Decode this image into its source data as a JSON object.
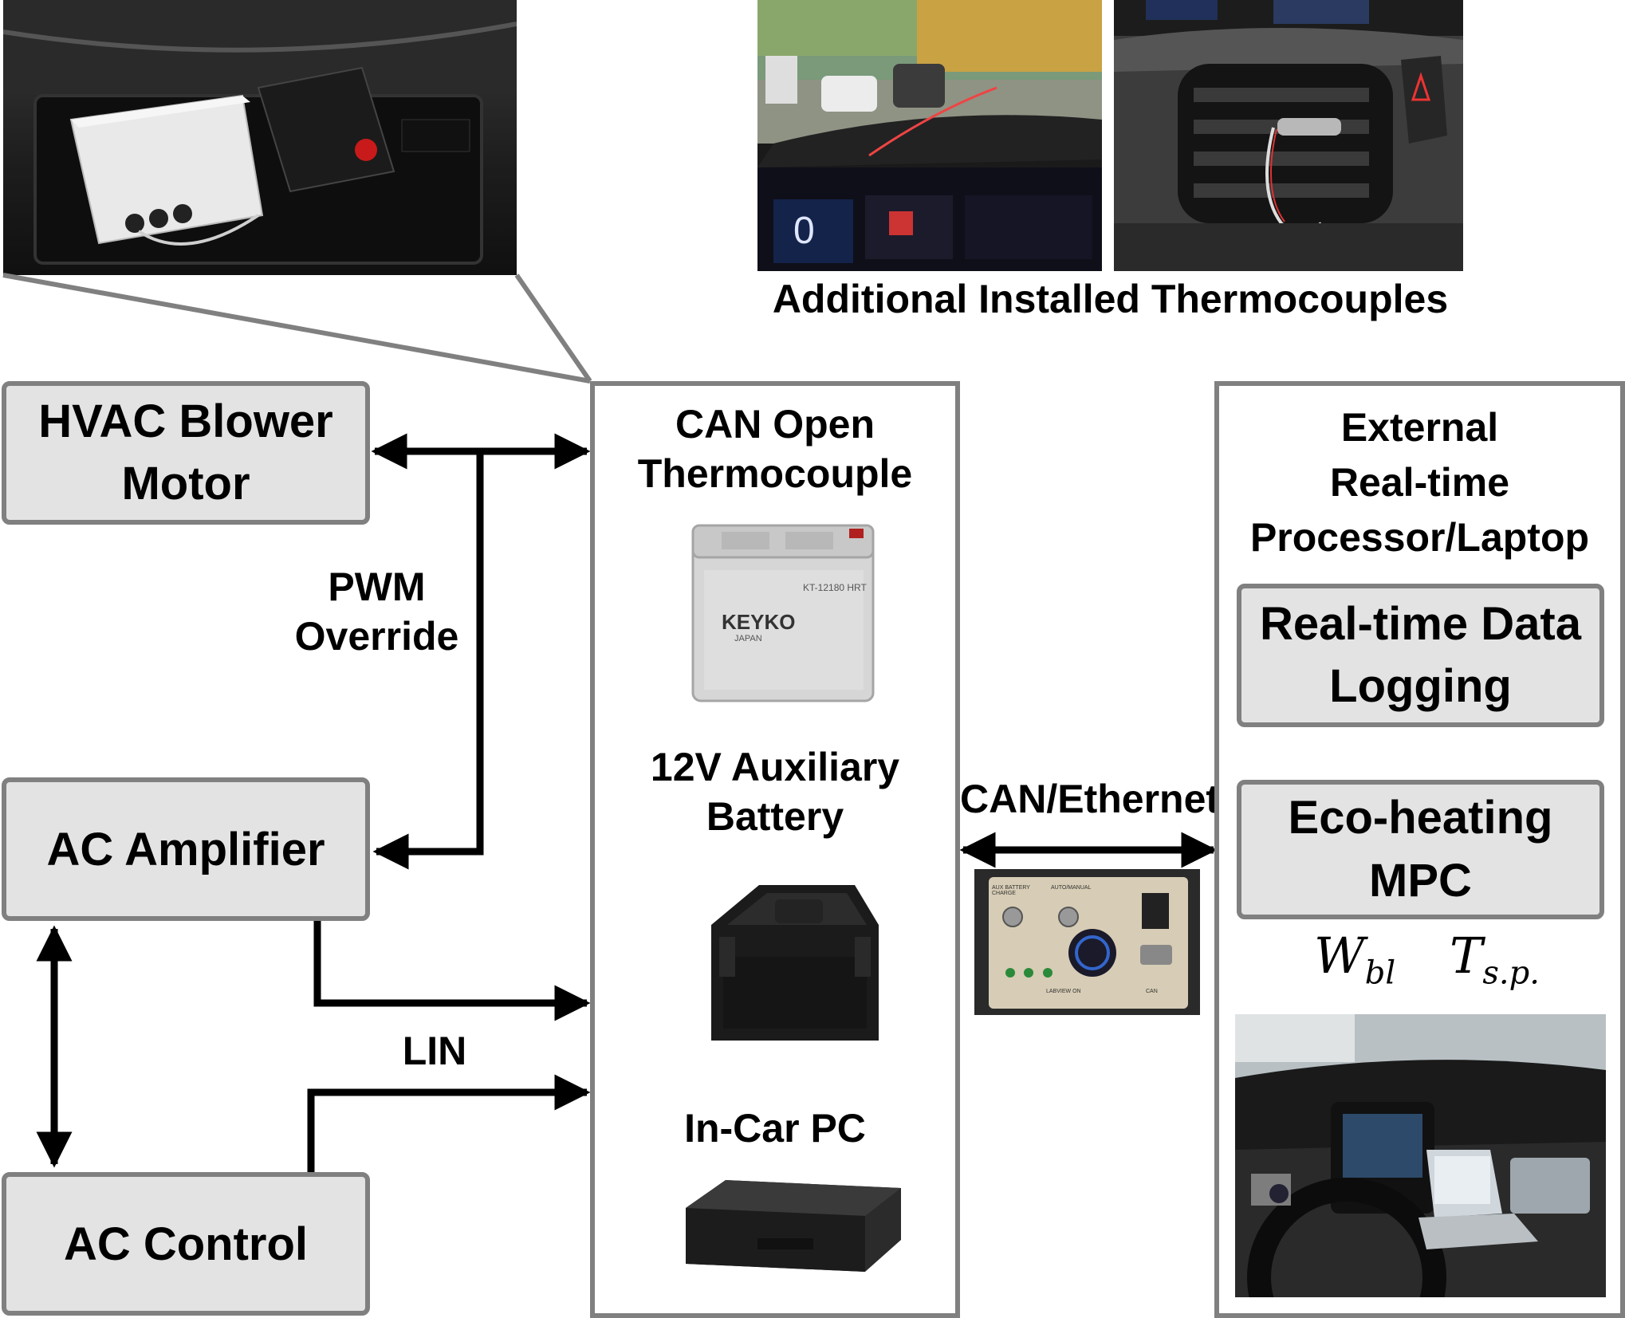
{
  "photos": {
    "thermocouples_caption": "Additional Installed Thermocouples"
  },
  "blocks": {
    "hvac_blower": [
      "HVAC Blower",
      "Motor"
    ],
    "ac_amplifier": "AC Amplifier",
    "ac_control": "AC Control",
    "realtime_logging": [
      "Real-time Data",
      "Logging"
    ],
    "eco_mpc": [
      "Eco-heating",
      "MPC"
    ]
  },
  "links": {
    "pwm": [
      "PWM",
      "Override"
    ],
    "lin": "LIN",
    "can_ethernet": "CAN/Ethernet"
  },
  "center_panel": {
    "can_thermo": [
      "CAN Open",
      "Thermocouple"
    ],
    "battery": [
      "12V Auxiliary",
      "Battery"
    ],
    "incar_pc": "In-Car PC",
    "battery_brand": "KEYKO",
    "battery_sub": "JAPAN",
    "battery_model": "KT-12180 HRT"
  },
  "right_panel": {
    "title": [
      "External",
      "Real-time",
      "Processor/Laptop"
    ],
    "w_sym": "W",
    "w_sub": "bl",
    "t_sym": "T",
    "t_sub": "s.p."
  },
  "interface_box": {
    "lbl1": "AUX BATTERY CHARGE",
    "lbl2": "AUTO/MANUAL",
    "lbl3": "LABVIEW ON",
    "lbl4": "CAN"
  },
  "colors": {
    "block_fill": "#e3e3e3",
    "block_border": "#808080",
    "arrow": "#000000"
  }
}
